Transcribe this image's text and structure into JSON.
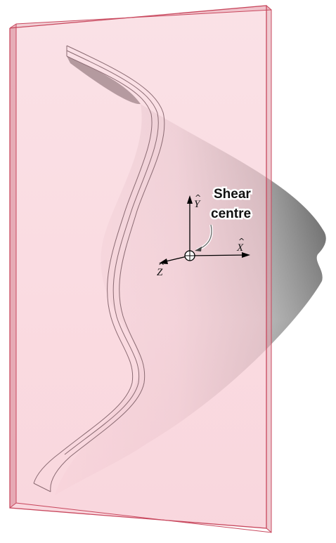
{
  "diagram": {
    "callout": {
      "line1": "Shear",
      "line2": "centre"
    },
    "axes": {
      "x": "X",
      "y": "Y",
      "z": "Z",
      "hat": "^"
    },
    "colors": {
      "plane_fill": "#f9d3da",
      "plane_edge": "#c8485e",
      "surface_dark": "#5a5a5a",
      "surface_light": "#f4eef0",
      "axis": "#000000"
    }
  }
}
